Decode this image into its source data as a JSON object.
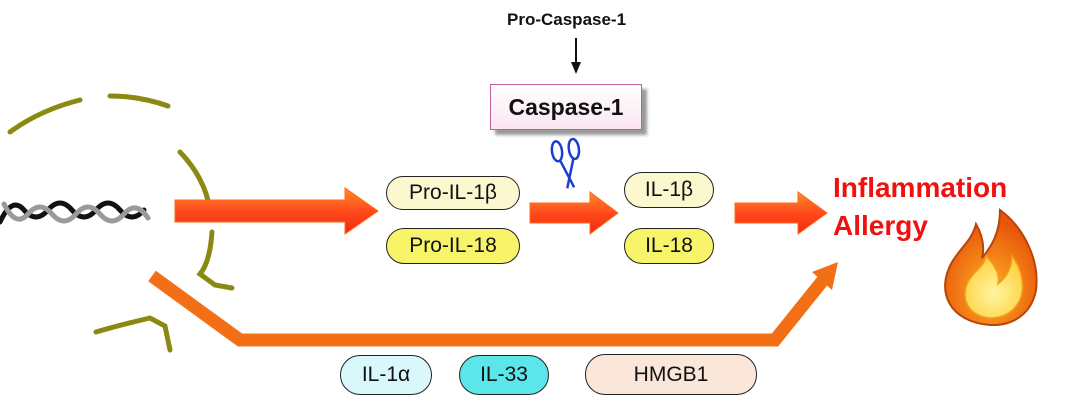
{
  "labels": {
    "pro_caspase": "Pro-Caspase-1",
    "caspase": "Caspase-1",
    "pro_il1b": "Pro-IL-1β",
    "pro_il18": "Pro-IL-18",
    "il1b": "IL-1β",
    "il18": "IL-18",
    "il1a": "IL-1α",
    "il33": "IL-33",
    "hmgb1": "HMGB1",
    "outcome_1": "Inflammation",
    "outcome_2": "Allergy"
  },
  "icons": [
    "dna-helix-icon",
    "scissors-icon",
    "flame-icon"
  ],
  "colors": {
    "arrow_red": "#ff3b1f",
    "arrow_orange": "#f36f16",
    "membrane": "#8a8a12",
    "outcome_text": "#f01010"
  }
}
